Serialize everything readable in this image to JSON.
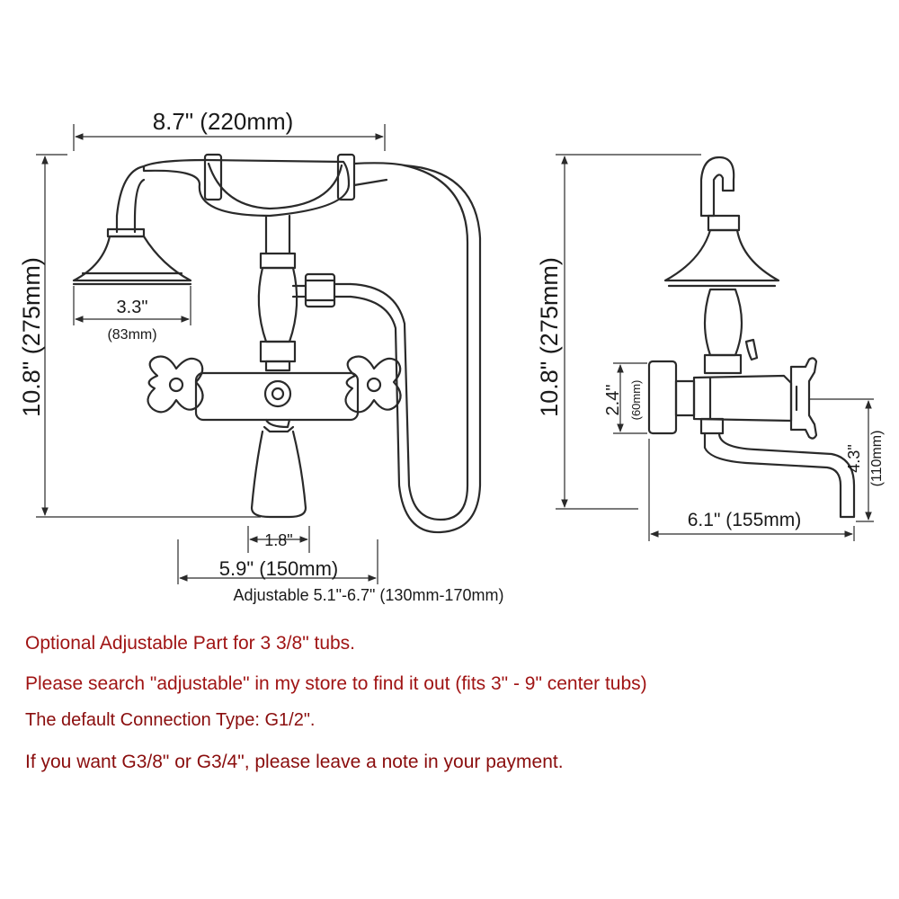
{
  "front_view": {
    "width_label": "8.7\" (220mm)",
    "height_label": "10.8\" (275mm)",
    "head_label": "3.3\"",
    "head_label_mm": "(83mm)",
    "spout_label": "1.8\"",
    "centers_label": "5.9\" (150mm)",
    "adjustable_label": "Adjustable 5.1\"-6.7\" (130mm-170mm)"
  },
  "side_view": {
    "height_label": "10.8\" (275mm)",
    "escutcheon_label": "2.4\"",
    "escutcheon_label_mm": "(60mm)",
    "spout_drop_label": "4.3\"",
    "spout_drop_label_mm": "(110mm)",
    "depth_label": "6.1\" (155mm)"
  },
  "notes": [
    "Optional Adjustable Part for 3 3/8\" tubs.",
    "Please search \"adjustable\" in my store to find it out (fits 3\" - 9\" center tubs)",
    "The default Connection Type: G1/2\".",
    "If you want G3/8\" or G3/4\", please leave a note in your payment."
  ],
  "colors": {
    "line": "#2a2a2a",
    "note_text": "#a01414"
  }
}
